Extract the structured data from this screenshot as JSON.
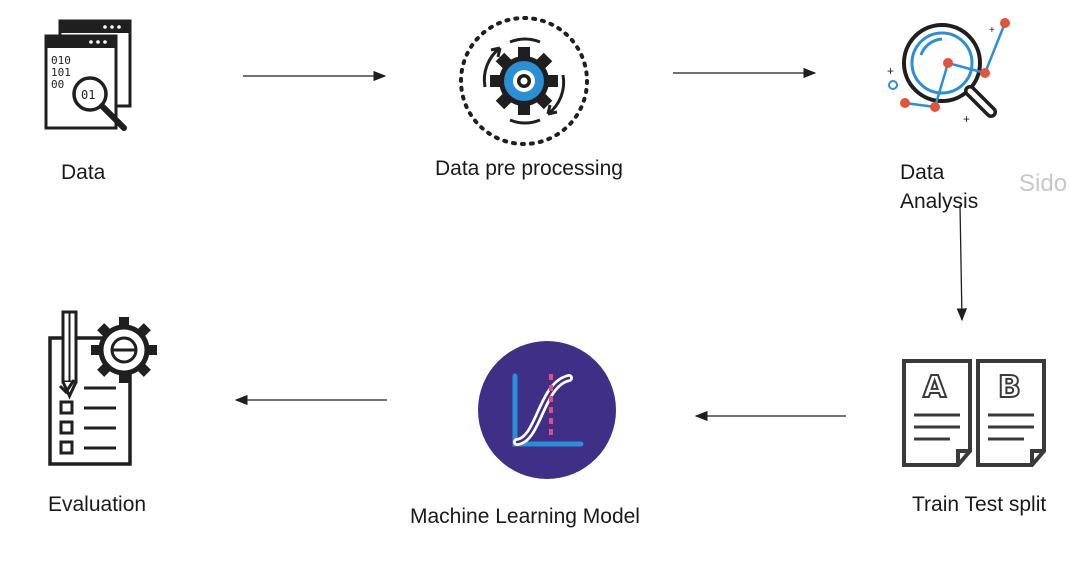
{
  "diagram": {
    "steps": [
      {
        "id": "data",
        "label": "Data",
        "icon": "data-search-icon"
      },
      {
        "id": "preprocessing",
        "label": "Data pre processing",
        "icon": "gear-cycle-icon"
      },
      {
        "id": "analysis",
        "label_line1": "Data",
        "label_line2": "Analysis",
        "icon": "magnifier-chart-icon"
      },
      {
        "id": "split",
        "label": "Train Test split",
        "icon": "ab-documents-icon"
      },
      {
        "id": "model",
        "label": "Machine Learning Model",
        "icon": "ml-curve-icon"
      },
      {
        "id": "evaluation",
        "label": "Evaluation",
        "icon": "checklist-gear-icon"
      }
    ],
    "watermark": "Sido",
    "colors": {
      "ink": "#1f1f1f",
      "accent_blue": "#2b8fd6",
      "accent_red": "#e0553a",
      "model_purple": "#3f2f86",
      "model_pink": "#e14d86"
    }
  }
}
